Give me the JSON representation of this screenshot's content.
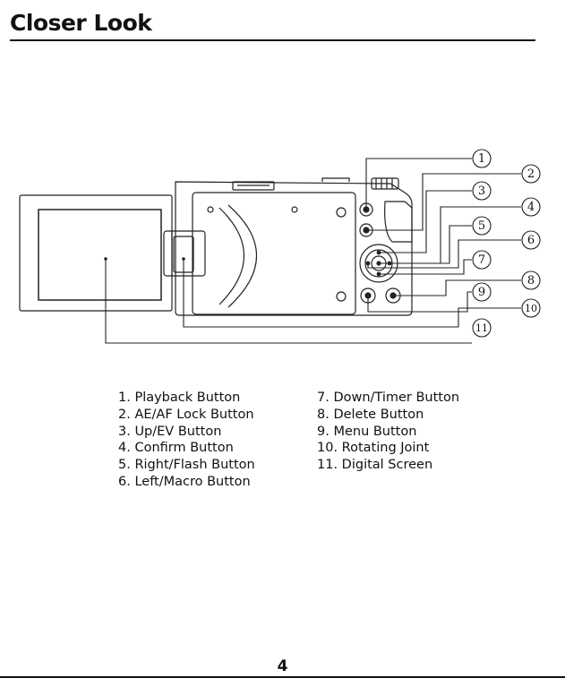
{
  "header": {
    "title": "Closer Look"
  },
  "diagram": {
    "callouts": [
      "1",
      "2",
      "3",
      "4",
      "5",
      "6",
      "7",
      "8",
      "9",
      "10",
      "11"
    ]
  },
  "legend": {
    "left": [
      "1. Playback Button",
      "2. AE/AF Lock Button",
      "3. Up/EV Button",
      "4. Confirm Button",
      "5. Right/Flash Button",
      "6. Left/Macro Button"
    ],
    "right": [
      "7. Down/Timer Button",
      "8. Delete Button",
      "9. Menu Button",
      "10. Rotating Joint",
      "11. Digital Screen"
    ]
  },
  "footer": {
    "page_number": "4"
  }
}
